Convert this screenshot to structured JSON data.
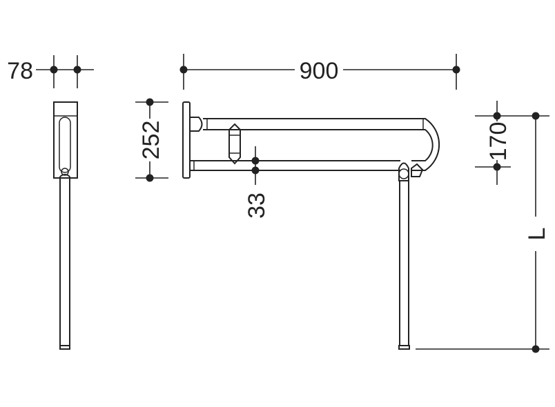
{
  "dimensions": {
    "depth": "78",
    "length": "900",
    "height": "252",
    "offset": "33",
    "rail_spacing": "170",
    "support_length": "L"
  },
  "colors": {
    "line": "#222222",
    "background": "#ffffff"
  }
}
